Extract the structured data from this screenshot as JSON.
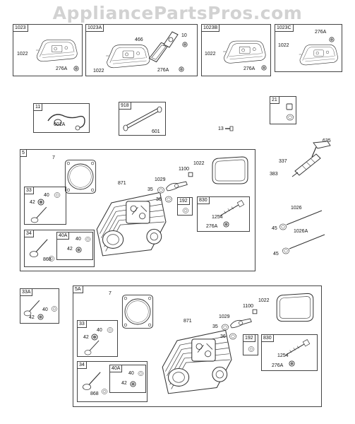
{
  "watermark": "AppliancePartsPros.com",
  "top_row": {
    "box_1023": {
      "tag": "1023",
      "part_1022": "1022",
      "part_276a": "276A"
    },
    "box_1023a": {
      "tag": "1023A",
      "part_466": "466",
      "part_10": "10",
      "part_1022": "1022",
      "part_276a": "276A"
    },
    "box_1023b": {
      "tag": "1023B",
      "part_1022": "1022",
      "part_276a": "276A"
    },
    "box_1023c": {
      "tag": "1023C",
      "part_276a": "276A",
      "part_1022": "1022"
    }
  },
  "second_row": {
    "box_11": {
      "tag": "11",
      "part_601a": "601A"
    },
    "box_918": {
      "tag": "918",
      "part_601": "601"
    },
    "part_13": "13",
    "box_21": {
      "tag": "21"
    }
  },
  "right_side": {
    "part_635": "635",
    "part_337": "337",
    "part_383": "383",
    "part_1026": "1026",
    "part_45_top": "45",
    "part_1026a": "1026A",
    "part_45_bottom": "45"
  },
  "assembly_5": {
    "tag": "5",
    "part_7": "7",
    "part_871": "871",
    "part_1029": "1029",
    "part_1100": "1100",
    "part_1022": "1022",
    "part_35": "35",
    "part_36": "36",
    "box_33": {
      "tag": "33",
      "part_40": "40",
      "part_42": "42"
    },
    "box_34": {
      "tag": "34",
      "part_868": "868"
    },
    "box_40a": {
      "tag": "40A",
      "part_40": "40",
      "part_42": "42"
    },
    "box_192": {
      "tag": "192"
    },
    "box_830": {
      "tag": "830",
      "part_1254": "1254",
      "part_276a": "276A"
    }
  },
  "box_33a": {
    "tag": "33A",
    "part_40": "40",
    "part_42": "42"
  },
  "assembly_5a": {
    "tag": "5A",
    "part_7": "7",
    "part_871": "871",
    "part_1029": "1029",
    "part_1100": "1100",
    "part_1022": "1022",
    "part_35": "35",
    "part_36": "36",
    "box_33": {
      "tag": "33",
      "part_40": "40",
      "part_42": "42"
    },
    "box_34": {
      "tag": "34",
      "part_868": "868"
    },
    "box_40a": {
      "tag": "40A",
      "part_40": "40",
      "part_42": "42"
    },
    "box_192": {
      "tag": "192"
    },
    "box_830": {
      "tag": "830",
      "part_1254": "1254",
      "part_276a": "276A"
    }
  }
}
